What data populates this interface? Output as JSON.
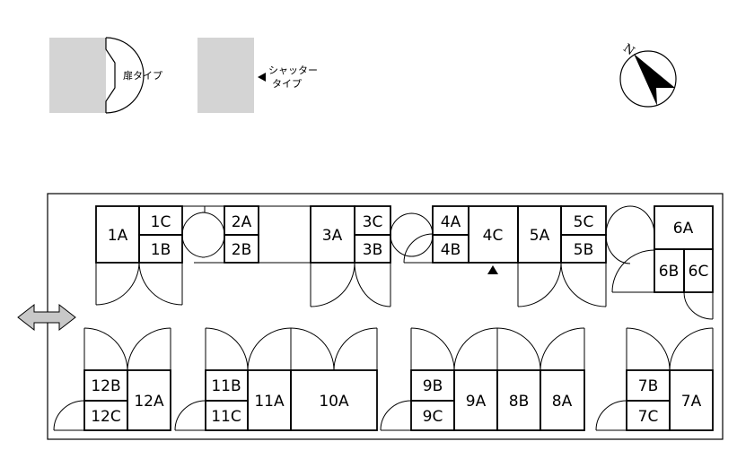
{
  "legend": {
    "door_type_label": "扉タイプ",
    "shutter_type_label_line1": "シャッター",
    "shutter_type_label_line2": "タイプ"
  },
  "compass": {
    "north_label": "N"
  },
  "units": {
    "1A": "1A",
    "1B": "1B",
    "1C": "1C",
    "2A": "2A",
    "2B": "2B",
    "3A": "3A",
    "3B": "3B",
    "3C": "3C",
    "4A": "4A",
    "4B": "4B",
    "4C": "4C",
    "5A": "5A",
    "5B": "5B",
    "5C": "5C",
    "6A": "6A",
    "6B": "6B",
    "6C": "6C",
    "7A": "7A",
    "7B": "7B",
    "7C": "7C",
    "8A": "8A",
    "8B": "8B",
    "9A": "9A",
    "9B": "9B",
    "9C": "9C",
    "10A": "10A",
    "11A": "11A",
    "11B": "11B",
    "11C": "11C",
    "12A": "12A",
    "12B": "12B",
    "12C": "12C"
  },
  "colors": {
    "gray_fill": "#d4d4d4",
    "arrow_fill": "#c8c8c8",
    "line": "#000000"
  }
}
